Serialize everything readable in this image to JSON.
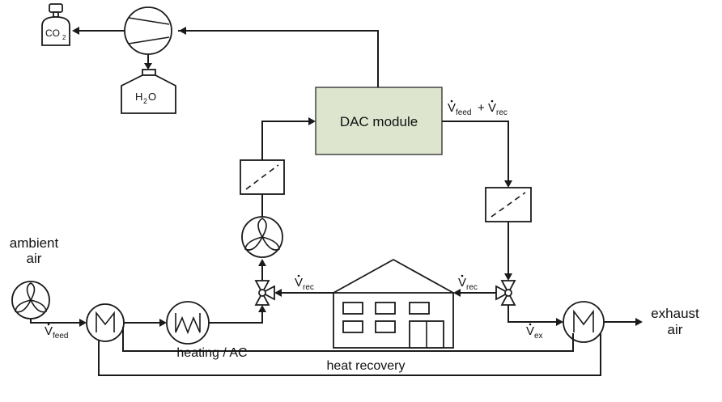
{
  "labels": {
    "co2_main": "CO",
    "co2_sub": "2",
    "h2o_a": "H",
    "h2o_sub": "2",
    "h2o_b": "O",
    "dac_module": "DAC module",
    "v_symbol": "V",
    "feed_sub": "feed",
    "rec_sub": "rec",
    "ex_sub": "ex",
    "plus": "+",
    "ambient": "ambient",
    "air": "air",
    "exhaust": "exhaust",
    "heating_ac": "heating / AC",
    "heat_recovery": "heat recovery"
  },
  "colors": {
    "dac_fill": "#dde5cf",
    "line": "#1a1a1a"
  }
}
